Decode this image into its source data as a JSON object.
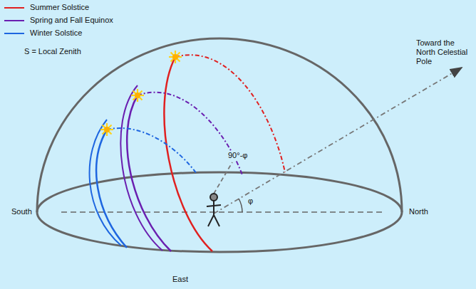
{
  "diagram": {
    "labels": [
      "S = Local Zenith",
      "90°-φ",
      "φ",
      "Toward the North Celestial Pole",
      "South",
      "North",
      "East"
    ],
    "legend": [
      {
        "text": "Summer Solstice"
      },
      {
        "text": "Spring and Fall Equinox"
      },
      {
        "text": "Winter Solstice"
      }
    ]
  }
}
